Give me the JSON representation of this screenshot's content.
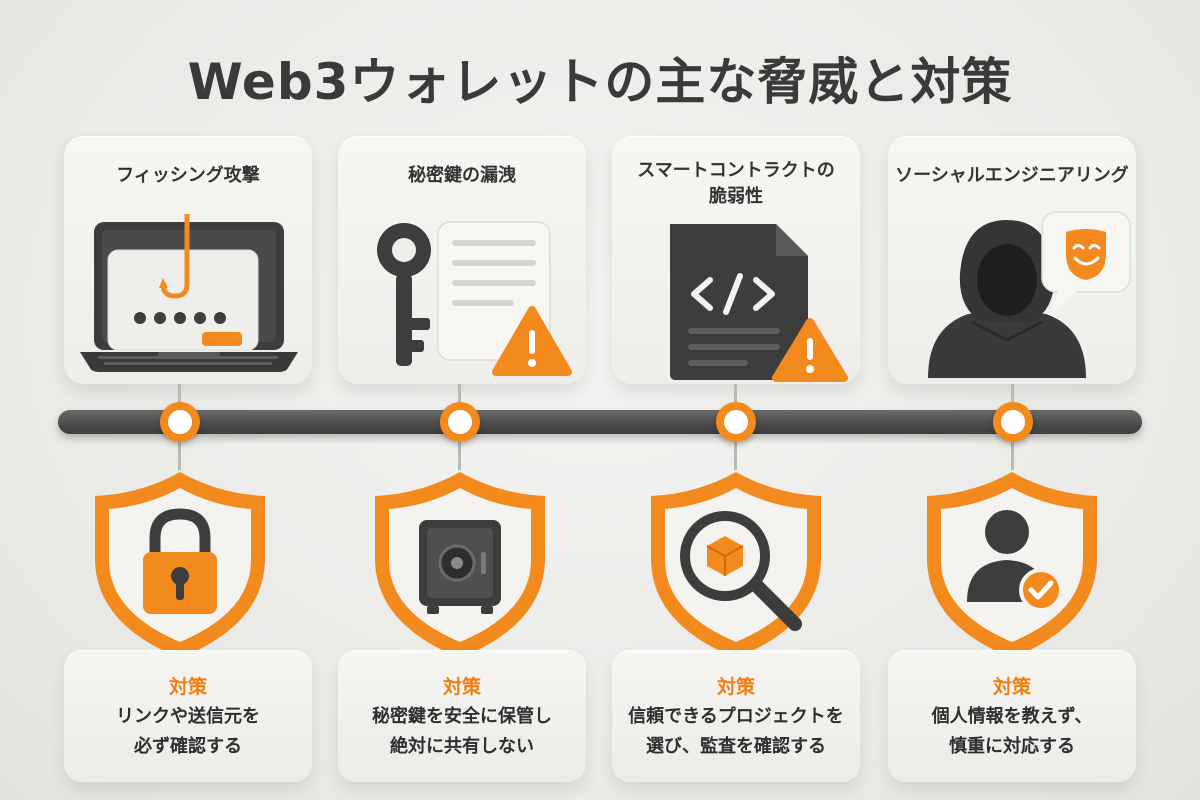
{
  "title": "Web3ウォレットの主な脅威と対策",
  "colors": {
    "accent": "#f28a1e",
    "dark": "#3f3f3f",
    "card": "#f4f3f0"
  },
  "threats": [
    {
      "title": "フィッシング攻撃",
      "icon": "laptop-phishing-icon"
    },
    {
      "title": "秘密鍵の漏洩",
      "icon": "key-leak-icon"
    },
    {
      "title": "スマートコントラクトの\n脆弱性",
      "icon": "code-file-warning-icon"
    },
    {
      "title": "ソーシャルエンジニアリング",
      "icon": "hooded-person-icon"
    }
  ],
  "countermeasures": [
    {
      "label": "対策",
      "text": "リンクや送信元を\n必ず確認する",
      "icon": "padlock-shield-icon"
    },
    {
      "label": "対策",
      "text": "秘密鍵を安全に保管し\n絶対に共有しない",
      "icon": "safe-shield-icon"
    },
    {
      "label": "対策",
      "text": "信頼できるプロジェクトを\n選び、監査を確認する",
      "icon": "magnifier-shield-icon"
    },
    {
      "label": "対策",
      "text": "個人情報を教えず、\n慎重に対応する",
      "icon": "verified-user-shield-icon"
    }
  ]
}
